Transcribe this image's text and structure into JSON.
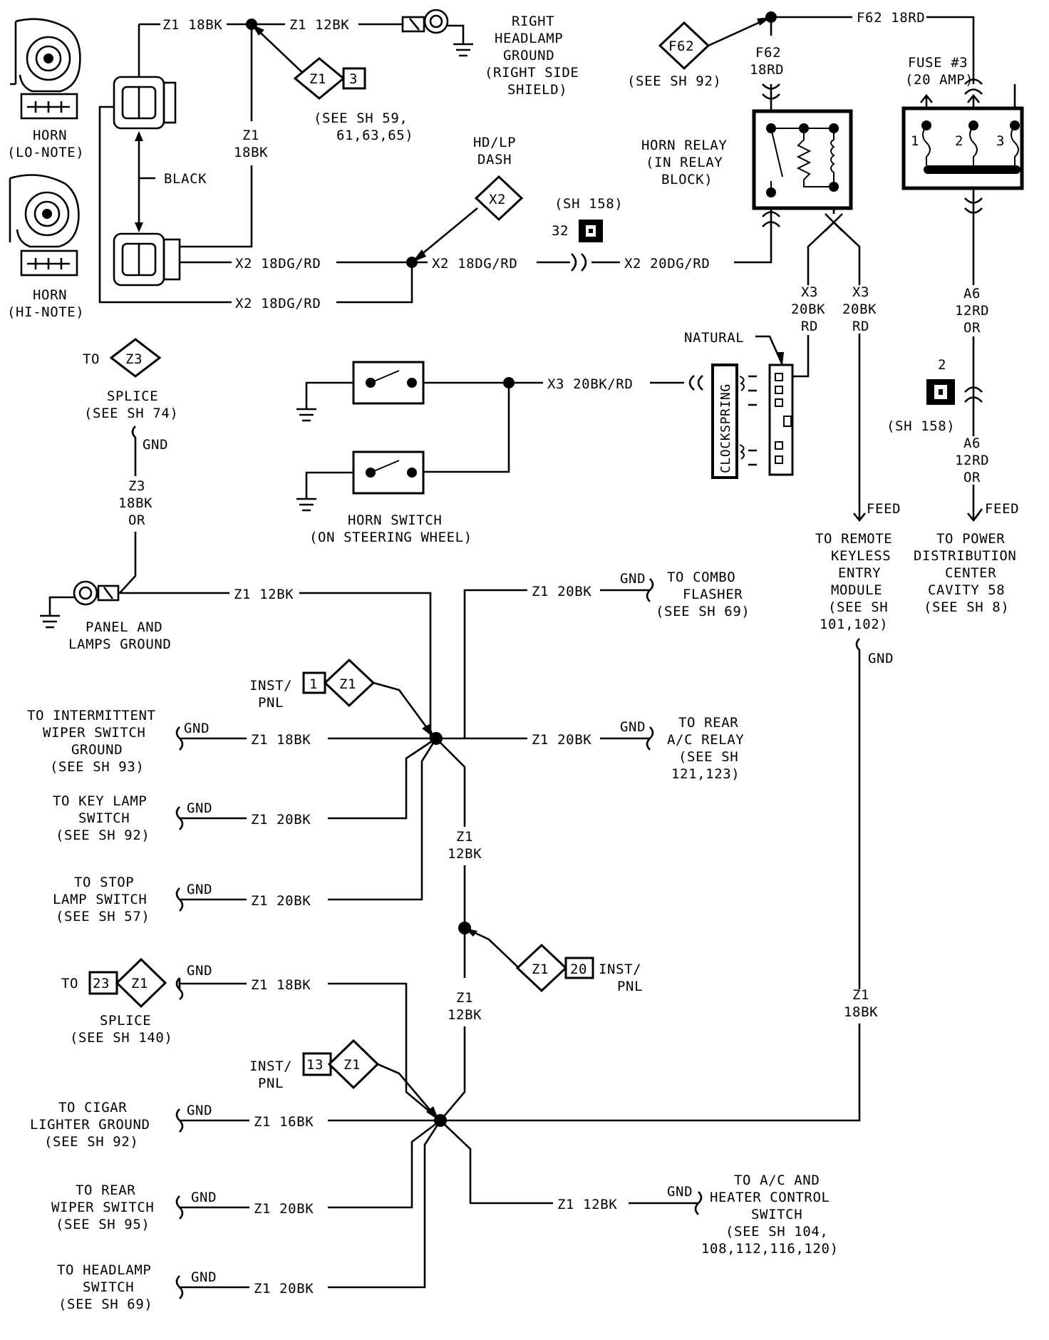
{
  "diagram": {
    "horn_lo": {
      "name": "HORN",
      "note": "(LO-NOTE)"
    },
    "horn_hi": {
      "name": "HORN",
      "note": "(HI-NOTE)"
    },
    "black_label": "BLACK",
    "wires": {
      "z1_18bk_top": "Z1 18BK",
      "z1_12bk_top": "Z1 12BK",
      "z1_vert_1": "Z1",
      "z1_vert_2": "18BK",
      "x2_18dgrd_a": "X2 18DG/RD",
      "x2_18dgrd_b": "X2 18DG/RD",
      "x2_18dgrd_c": "X2 18DG/RD",
      "x2_20dgrd": "X2 20DG/RD",
      "f62_18rd_top": "F62 18RD",
      "f62_v1": "F62",
      "f62_v2": "18RD",
      "x3_l1": "X3",
      "x3_l2": "20BK",
      "x3_l3": "RD",
      "x3_r1": "X3",
      "x3_r2": "20BK",
      "x3_r3": "RD",
      "a6_1": "A6",
      "a6_2": "12RD",
      "a6_3": "OR",
      "a6b_1": "A6",
      "a6b_2": "12RD",
      "a6b_3": "OR",
      "x3_20bkrd": "X3 20BK/RD",
      "z3_1": "Z3",
      "z3_2": "18BK",
      "z3_3": "OR",
      "z1_12bk_panel": "Z1 12BK",
      "z1_20bk_combo": "Z1 20BK",
      "z1_18bk_wiper": "Z1 18BK",
      "z1_20bk_rearac": "Z1 20BK",
      "z1_20bk_key": "Z1 20BK",
      "z1_20bk_stop": "Z1 20BK",
      "z1_12bk_mid_1": "Z1",
      "z1_12bk_mid_2": "12BK",
      "z1_12bk_low_1": "Z1",
      "z1_12bk_low_2": "12BK",
      "z1_18bk_splice": "Z1 18BK",
      "z1_16bk_cigar": "Z1 16BK",
      "z1_20bk_rearwiper": "Z1 20BK",
      "z1_20bk_headlamp": "Z1 20BK",
      "z1_12bk_achtr": "Z1 12BK",
      "z1_18bk_right_1": "Z1",
      "z1_18bk_right_2": "18BK"
    },
    "connectors": {
      "z1_3": {
        "code": "Z1",
        "num": "3",
        "note1": "(SEE SH 59,",
        "note2": "61,63,65)"
      },
      "x2": {
        "code": "X2",
        "title1": "HD/LP",
        "title2": "DASH"
      },
      "f62": {
        "code": "F62",
        "note": "(SEE SH 92)"
      },
      "sh158_top": {
        "label": "(SH 158)",
        "pin": "32"
      },
      "sh158_side": {
        "label": "(SH 158)",
        "pin": "2"
      },
      "z3": {
        "to": "TO",
        "code": "Z3",
        "title1": "SPLICE",
        "title2": "(SEE SH 74)"
      },
      "inst1": {
        "code": "Z1",
        "num": "1",
        "t1": "INST/",
        "t2": "PNL"
      },
      "inst20": {
        "code": "Z1",
        "num": "20",
        "t1": "INST/",
        "t2": "PNL"
      },
      "inst13": {
        "code": "Z1",
        "num": "13",
        "t1": "INST/",
        "t2": "PNL"
      },
      "splice23": {
        "to": "TO",
        "num": "23",
        "code": "Z1",
        "title1": "SPLICE",
        "title2": "(SEE SH 140)"
      }
    },
    "right_ground": [
      "RIGHT",
      "HEADLAMP",
      "GROUND",
      "(RIGHT SIDE",
      "SHIELD)"
    ],
    "horn_relay": [
      "HORN RELAY",
      "(IN RELAY",
      "BLOCK)"
    ],
    "fuse": {
      "title1": "FUSE #3",
      "title2": "(20 AMP)",
      "p1": "1",
      "p2": "2",
      "p3": "3"
    },
    "natural": "NATURAL",
    "clockspring": "CLOCKSPRING",
    "horn_switch": [
      "HORN SWITCH",
      "(ON STEERING WHEEL)"
    ],
    "feed_keyless": "FEED",
    "feed_pdc": "FEED",
    "keyless": [
      "TO REMOTE",
      "KEYLESS",
      "ENTRY",
      "MODULE",
      "(SEE SH",
      "101,102)"
    ],
    "gnd_keyless": "GND",
    "pdc": [
      "TO POWER",
      "DISTRIBUTION",
      "CENTER",
      "CAVITY 58",
      "(SEE SH 8)"
    ],
    "gnd_z3": "GND",
    "panel_ground": [
      "PANEL AND",
      "LAMPS GROUND"
    ],
    "combo": {
      "gnd": "GND",
      "l1": "TO COMBO",
      "l2": "FLASHER",
      "l3": "(SEE SH 69)"
    },
    "wiper": {
      "gnd": "GND",
      "l1": "TO INTERMITTENT",
      "l2": "WIPER SWITCH",
      "l3": "GROUND",
      "l4": "(SEE SH 93)"
    },
    "rearac": {
      "gnd": "GND",
      "l1": "TO REAR",
      "l2": "A/C RELAY",
      "l3": "(SEE SH",
      "l4": "121,123)"
    },
    "keylamp": {
      "gnd": "GND",
      "l1": "TO KEY LAMP",
      "l2": "SWITCH",
      "l3": "(SEE SH 92)"
    },
    "stoplamp": {
      "gnd": "GND",
      "l1": "TO STOP",
      "l2": "LAMP SWITCH",
      "l3": "(SEE SH 57)"
    },
    "splice_gnd": "GND",
    "cigar": {
      "gnd": "GND",
      "l1": "TO CIGAR",
      "l2": "LIGHTER GROUND",
      "l3": "(SEE SH 92)"
    },
    "rearwiper": {
      "gnd": "GND",
      "l1": "TO REAR",
      "l2": "WIPER SWITCH",
      "l3": "(SEE SH 95)"
    },
    "headlamp": {
      "gnd": "GND",
      "l1": "TO HEADLAMP",
      "l2": "SWITCH",
      "l3": "(SEE SH 69)"
    },
    "achtr": {
      "gnd": "GND",
      "l1": "TO A/C AND",
      "l2": "HEATER CONTROL",
      "l3": "SWITCH",
      "l4": "(SEE SH 104,",
      "l5": "108,112,116,120)"
    }
  }
}
